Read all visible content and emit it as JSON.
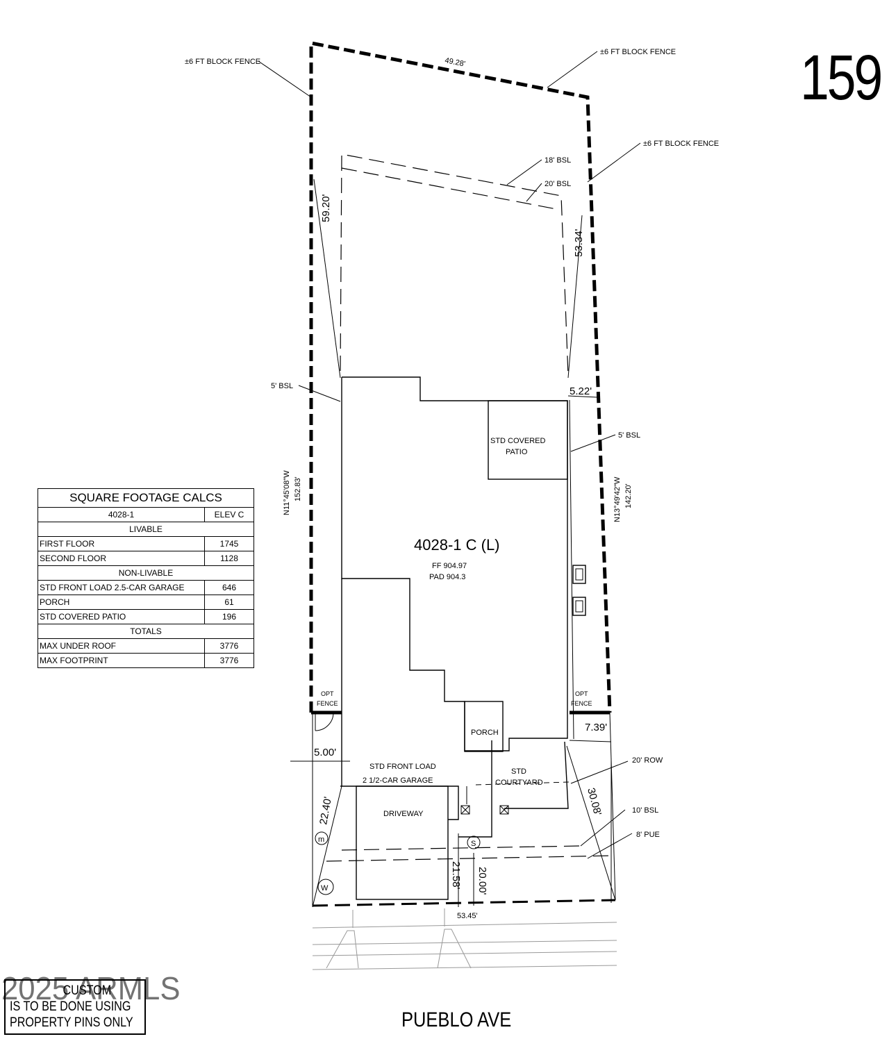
{
  "lot": {
    "number": "159"
  },
  "plan": {
    "model_label": "4028-1 C (L)",
    "ff_label": "FF 904.97",
    "pad_label": "PAD 904.3",
    "street": "PUEBLO AVE"
  },
  "labels": {
    "fence_nw": "±6 FT BLOCK FENCE",
    "fence_ne": "±6 FT BLOCK FENCE",
    "fence_e": "±6 FT BLOCK FENCE",
    "bsl_18": "18' BSL",
    "bsl_20": "20' BSL",
    "bsl_5_left": "5' BSL",
    "bsl_5_right": "5' BSL",
    "bsl_10": "10' BSL",
    "row_20": "20' ROW",
    "pue_8": "8' PUE",
    "covered_patio_1": "STD COVERED",
    "covered_patio_2": "PATIO",
    "porch": "PORCH",
    "garage_1": "STD FRONT LOAD",
    "garage_2": "2 1/2-CAR GARAGE",
    "courtyard_1": "STD",
    "courtyard_2": "COURTYARD",
    "driveway": "DRIVEWAY",
    "opt_fence_left_1": "OPT",
    "opt_fence_left_2": "FENCE",
    "opt_fence_right_1": "OPT",
    "opt_fence_right_2": "FENCE",
    "bearing_left_1": "N11°45'08\"W",
    "bearing_left_2": "152.83'",
    "bearing_right_1": "N13°49'42\"W",
    "bearing_right_2": "142.20'",
    "utility_m": "m",
    "utility_s": "S",
    "utility_w": "W"
  },
  "dimensions": {
    "top": "49.28'",
    "left_upper": "59.20'",
    "right_upper": "53.34'",
    "right_setback": "5.22'",
    "right_lower": "7.39'",
    "left_lower": "5.00'",
    "left_front": "22.40'",
    "right_front": "30.08'",
    "drive_a": "21.58'",
    "drive_b": "20.00'",
    "frontage": "53.45'"
  },
  "sqft_table": {
    "title": "SQUARE FOOTAGE CALCS",
    "plan_col": "4028-1",
    "elev_col": "ELEV C",
    "livable_header": "LIVABLE",
    "first_floor": {
      "label": "FIRST FLOOR",
      "value": "1745"
    },
    "second_floor": {
      "label": "SECOND FLOOR",
      "value": "1128"
    },
    "nonlivable_header": "NON-LIVABLE",
    "garage": {
      "label": "STD FRONT LOAD 2.5-CAR GARAGE",
      "value": "646"
    },
    "porch": {
      "label": "PORCH",
      "value": "61"
    },
    "patio": {
      "label": "STD COVERED PATIO",
      "value": "196"
    },
    "totals_header": "TOTALS",
    "max_roof": {
      "label": "MAX UNDER ROOF",
      "value": "3776"
    },
    "max_footprint": {
      "label": "MAX FOOTPRINT",
      "value": "3776"
    }
  },
  "notice": {
    "line1": "CUSTOM",
    "line2": "IS TO BE DONE USING",
    "line3": "PROPERTY PINS ONLY"
  },
  "watermark": "2025 ARMLS"
}
